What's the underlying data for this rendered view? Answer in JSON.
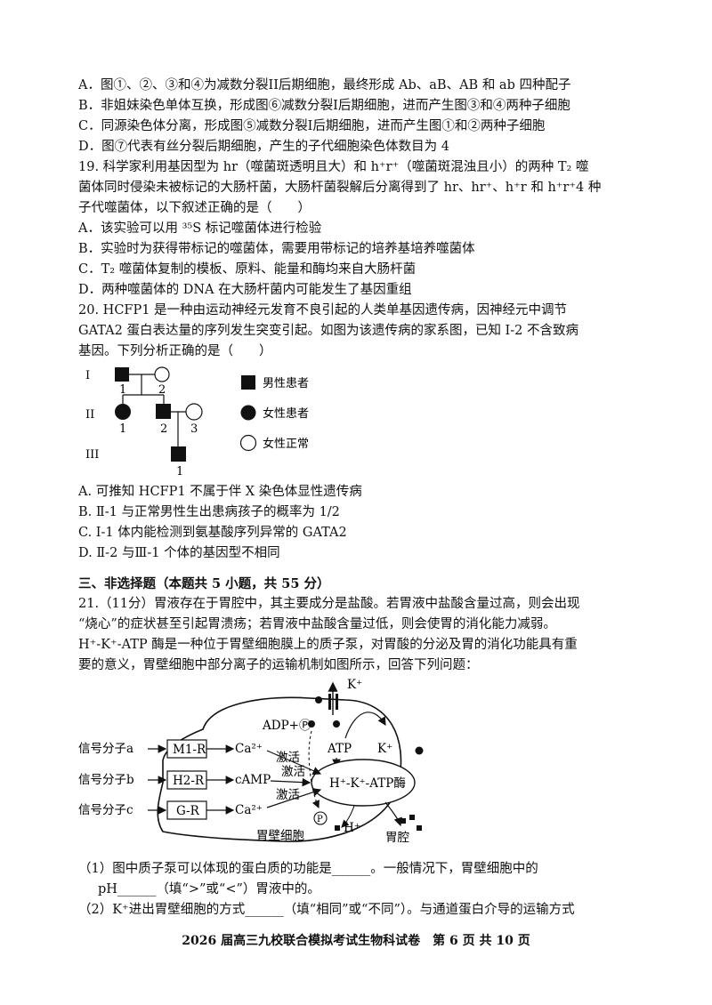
{
  "lines_top": [
    "A．图①、②、③和④为减数分裂II后期细胞，最终形成 Ab、aB、AB 和 ab 四种配子",
    "B．非姐妹染色单体互换，形成图⑥减数分裂I后期细胞，进而产生图③和④两种子细胞",
    "C．同源染色体分离，形成图⑤减数分裂I后期细胞，进而产生图①和②两种子细胞",
    "D．图⑦代表有丝分裂后期细胞，产生的子代细胞染色体数目为 4"
  ],
  "q19": {
    "stem": [
      "19. 科学家利用基因型为 hr（噬菌斑透明且大）和 h⁺r⁺（噬菌斑混浊且小）的两种 T₂ 噬",
      "菌体同时侵染未被标记的大肠杆菌，大肠杆菌裂解后分离得到了 hr、hr⁺、h⁺r 和 h⁺r⁺4 种",
      "子代噬菌体，以下叙述正确的是（　　）"
    ],
    "options": [
      "A．该实验可以用 ³⁵S 标记噬菌体进行检验",
      "B．实验时为获得带标记的噬菌体，需要用带标记的培养基培养噬菌体",
      "C．T₂ 噬菌体复制的模板、原料、能量和酶均来自大肠杆菌",
      "D．两种噬菌体的  DNA  在大肠杆菌内可能发生了基因重组"
    ]
  },
  "q20": {
    "stem": [
      "20. HCFP1 是一种由运动神经元发育不良引起的人类单基因遗传病，因神经元中调节",
      "GATA2 蛋白表达量的序列发生突变引起。如图为该遗传病的家系图，已知 I-2 不含致病",
      "基因。下列分析正确的是（　　）"
    ],
    "pedigree": {
      "generations": [
        "I",
        "II",
        "III"
      ],
      "individual_numbers": [
        "1",
        "2",
        "1",
        "2",
        "3",
        "1"
      ],
      "legend": [
        "男性患者",
        "女性患者",
        "女性正常"
      ]
    },
    "options": [
      "A. 可推知 HCFP1 不属于伴 X 染色体显性遗传病",
      "B. Ⅱ-1 与正常男性生出患病孩子的概率为 1/2",
      "C.  I-1 体内能检测到氨基酸序列异常的 GATA2",
      "D. Ⅱ-2 与Ⅲ-1 个体的基因型不相同"
    ]
  },
  "section3_title": "三、非选择题（本题共 5 小题，共 55 分）",
  "q21": {
    "stem": [
      "21.（11分）胃液存在于胃腔中，其主要成分是盐酸。若胃液中盐酸含量过高，则会出现",
      "“烧心”的症状甚至引起胃溃疡；若胃液中盐酸含量过低，则会使胃的消化能力减弱。",
      "H⁺-K⁺-ATP 酶是一种位于胃壁细胞膜上的质子泵，对胃酸的分泌及胃的消化功能具有重",
      "要的意义，胃壁细胞中部分离子的运输机制如图所示，回答下列问题："
    ],
    "figure": {
      "signals": [
        "信号分子a",
        "信号分子b",
        "信号分子c"
      ],
      "receptors": [
        "M1-R",
        "H2-R",
        "G-R"
      ],
      "messengers": [
        "Ca²⁺",
        "cAMP",
        "Ca²⁺"
      ],
      "activate": [
        "激活",
        "激活",
        "激活"
      ],
      "enzyme": "H⁺-K⁺-ATP酶",
      "adp_p": "ADP+Ⓟ",
      "atp": "ATP",
      "p_circle": "P",
      "k_top": "K⁺",
      "k_right": "K⁺",
      "h_plus": "H⁺",
      "cell_label": "胃壁细胞",
      "lumen_label": "胃腔"
    },
    "sub_questions": [
      "（1）图中质子泵可以体现的蛋白质的功能是______。一般情况下，胃壁细胞中的",
      "pH______（填“>”或“<”）胃液中的。",
      "（2）K⁺进出胃壁细胞的方式______（填“相同”或“不同”）。与通道蛋白介导的运输方式"
    ]
  },
  "footer": "2026 届高三九校联合模拟考试生物科试卷　第 6 页 共 10 页"
}
